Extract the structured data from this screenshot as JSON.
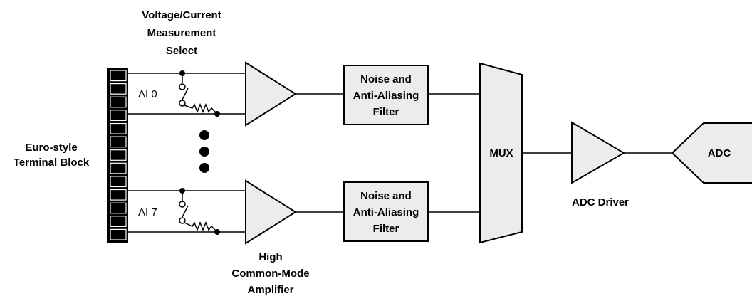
{
  "labels": {
    "select_line1": "Voltage/Current",
    "select_line2": "Measurement",
    "select_line3": "Select",
    "terminal_line1": "Euro-style",
    "terminal_line2": "Terminal Block",
    "ai0": "AI 0",
    "ai7": "AI 7",
    "filter_top_line1": "Noise and",
    "filter_top_line2": "Anti-Aliasing",
    "filter_top_line3": "Filter",
    "filter_bottom_line1": "Noise and",
    "filter_bottom_line2": "Anti-Aliasing",
    "filter_bottom_line3": "Filter",
    "mux": "MUX",
    "adc_driver": "ADC Driver",
    "adc": "ADC",
    "amp_line1": "High",
    "amp_line2": "Common-Mode",
    "amp_line3": "Amplifier"
  },
  "colors": {
    "block_fill": "#ececec",
    "terminal_fill": "#000000",
    "line": "#000000"
  }
}
